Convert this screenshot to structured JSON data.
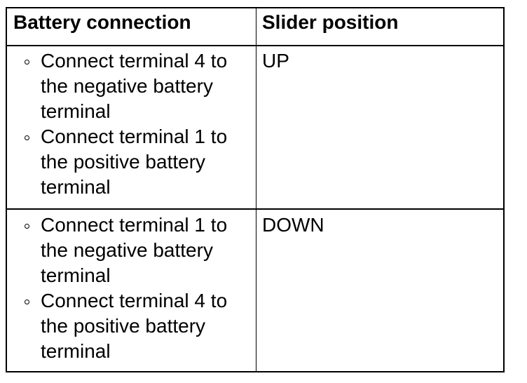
{
  "table": {
    "headers": {
      "battery_connection": "Battery connection",
      "slider_position": "Slider position"
    },
    "rows": [
      {
        "battery_connection": [
          "Connect terminal 4 to the negative battery terminal",
          "Connect terminal 1 to the positive battery terminal"
        ],
        "slider_position": "UP"
      },
      {
        "battery_connection": [
          "Connect terminal 1 to the negative battery terminal",
          "Connect terminal 4 to the positive battery terminal"
        ],
        "slider_position": "DOWN"
      }
    ]
  }
}
